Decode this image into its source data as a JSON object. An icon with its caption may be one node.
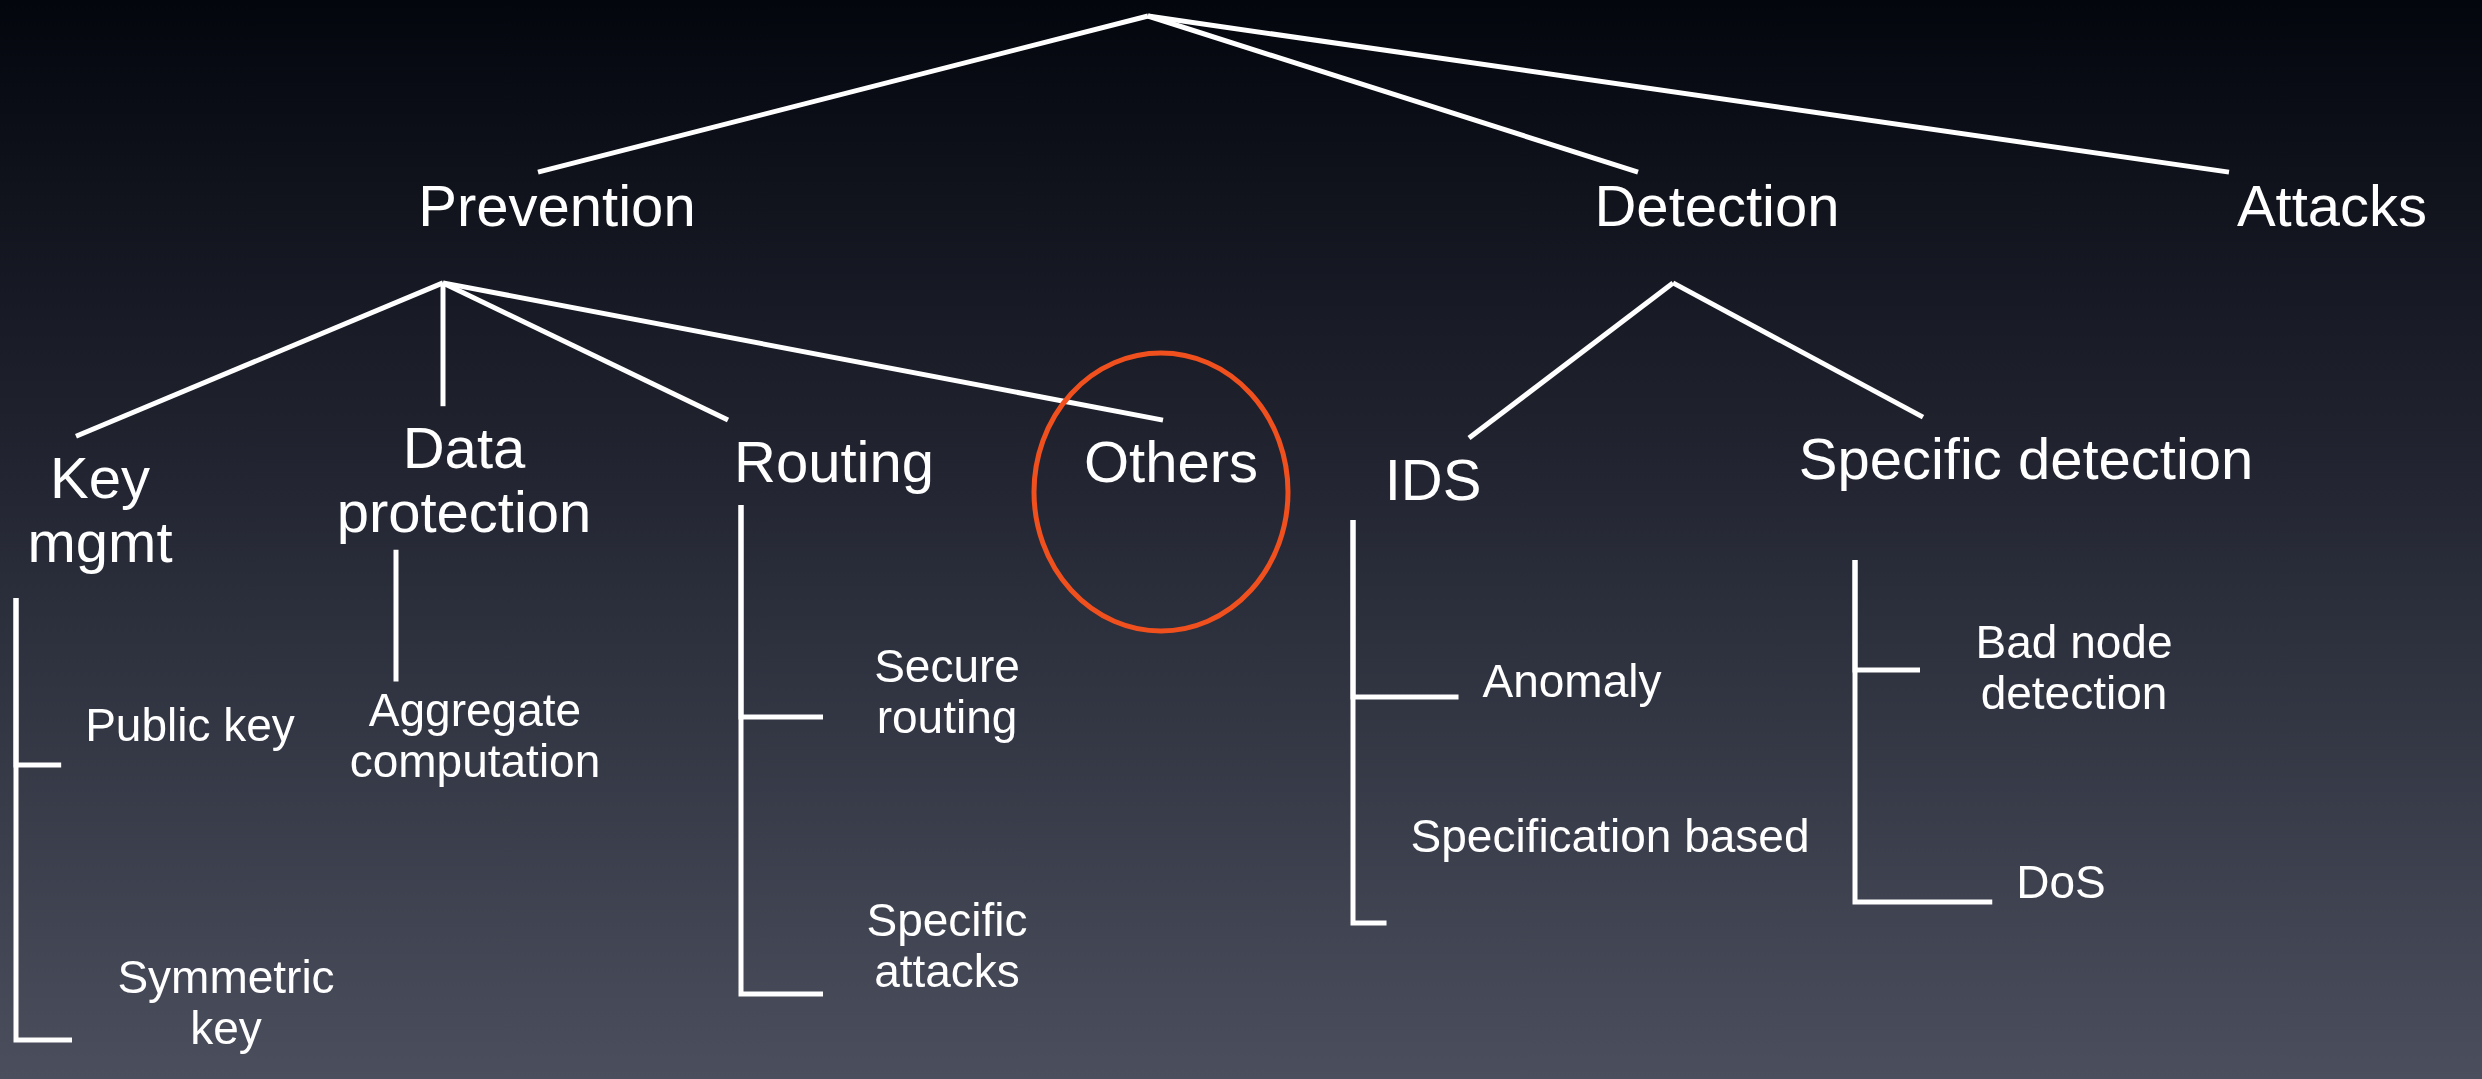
{
  "diagram": {
    "nodes": [
      {
        "text": [
          "Prevention"
        ]
      },
      {
        "text": [
          "Detection"
        ]
      },
      {
        "text": [
          "Attacks"
        ]
      },
      {
        "text": [
          "Key mgmt"
        ]
      },
      {
        "text": [
          "Data protection"
        ]
      },
      {
        "text": [
          "Routing"
        ]
      },
      {
        "text": [
          "Others"
        ]
      },
      {
        "text": [
          "IDS"
        ]
      },
      {
        "text": [
          "Specific detection"
        ]
      },
      {
        "text": [
          "Public key"
        ]
      },
      {
        "text": [
          "Aggregate computation"
        ]
      },
      {
        "text": [
          "Secure routing"
        ]
      },
      {
        "text": [
          "Specific attacks"
        ]
      },
      {
        "text": [
          "Anomaly"
        ]
      },
      {
        "text": [
          "Specification based"
        ]
      },
      {
        "text": [
          "Bad node detection"
        ]
      },
      {
        "text": [
          "DoS"
        ]
      },
      {
        "text": [
          "Symmetric key"
        ]
      }
    ],
    "edges": [
      {
        "from": null,
        "to": 0,
        "arrow": "none"
      },
      {
        "from": null,
        "to": 1,
        "arrow": "none"
      },
      {
        "from": null,
        "to": 2,
        "arrow": "none"
      },
      {
        "from": 0,
        "to": 3,
        "arrow": "none"
      },
      {
        "from": 0,
        "to": 4,
        "arrow": "none"
      },
      {
        "from": 0,
        "to": 5,
        "arrow": "none"
      },
      {
        "from": 0,
        "to": 6,
        "arrow": "none"
      },
      {
        "from": 1,
        "to": 7,
        "arrow": "none"
      },
      {
        "from": 1,
        "to": 8,
        "arrow": "none"
      },
      {
        "from": 3,
        "to": 9,
        "arrow": "none"
      },
      {
        "from": 3,
        "to": 17,
        "arrow": "none"
      },
      {
        "from": 4,
        "to": 10,
        "arrow": "none"
      },
      {
        "from": 5,
        "to": 11,
        "arrow": "none"
      },
      {
        "from": 5,
        "to": 12,
        "arrow": "none"
      },
      {
        "from": 7,
        "to": 13,
        "arrow": "none"
      },
      {
        "from": 7,
        "to": 14,
        "arrow": "none"
      },
      {
        "from": 8,
        "to": 15,
        "arrow": "none"
      },
      {
        "from": 8,
        "to": 16,
        "arrow": "none"
      }
    ]
  }
}
